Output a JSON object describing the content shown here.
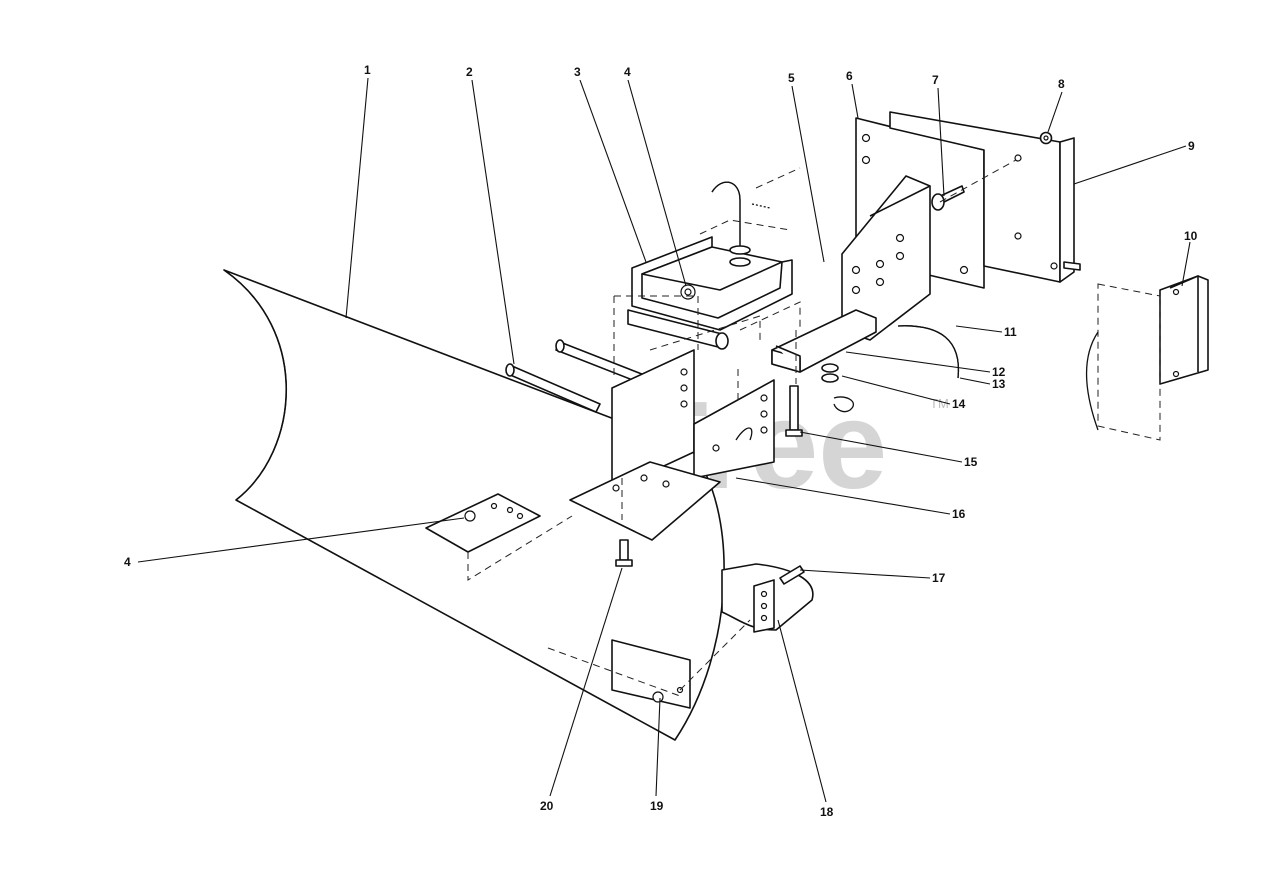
{
  "watermark": {
    "brand": "PartsTree",
    "tm": "TM"
  },
  "callouts": [
    "1",
    "2",
    "3",
    "4",
    "5",
    "6",
    "7",
    "8",
    "9",
    "10",
    "11",
    "12",
    "13",
    "14",
    "15",
    "16",
    "17",
    "18",
    "19",
    "20",
    "4"
  ]
}
